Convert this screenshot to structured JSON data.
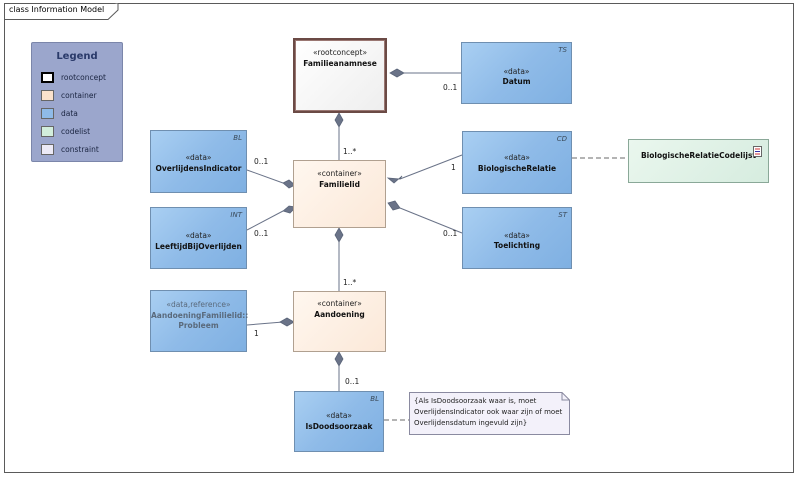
{
  "frame": {
    "title": "class Information Model"
  },
  "legend": {
    "title": "Legend",
    "items": [
      {
        "label": "rootconcept",
        "color": "#ffffff",
        "border": "#000000"
      },
      {
        "label": "container",
        "color": "#fbe2cc",
        "border": "#8a8a8a"
      },
      {
        "label": "data",
        "color": "#8fbbe8",
        "border": "#6f8fb0"
      },
      {
        "label": "codelist",
        "color": "#d2eedc",
        "border": "#8aa898"
      },
      {
        "label": "constraint",
        "color": "#eceaf6",
        "border": "#8a8aa0"
      }
    ]
  },
  "classes": {
    "familieanamnese": {
      "stereotype": "«rootconcept»",
      "name": "Familieanamnese"
    },
    "datum": {
      "stereotype": "«data»",
      "name": "Datum",
      "type": "TS"
    },
    "overlijdensindicator": {
      "stereotype": "«data»",
      "name": "OverlijdensIndicator",
      "type": "BL"
    },
    "familielid": {
      "stereotype": "«container»",
      "name": "Familielid"
    },
    "biologischerelatie": {
      "stereotype": "«data»",
      "name": "BiologischeRelatie",
      "type": "CD"
    },
    "biologischerelatiecodelijst": {
      "name": "BiologischeRelatieCodelijst"
    },
    "leeftijdbijoverlijden": {
      "stereotype": "«data»",
      "name": "LeeftijdBijOverlijden",
      "type": "INT"
    },
    "toelichting": {
      "stereotype": "«data»",
      "name": "Toelichting",
      "type": "ST"
    },
    "aandoeningfamilielid": {
      "stereotype": "«data,reference»",
      "name_line1": "AandoeningFamilielid::",
      "name_line2": "Probleem"
    },
    "aandoening": {
      "stereotype": "«container»",
      "name": "Aandoening"
    },
    "isdoodsoorzaak": {
      "stereotype": "«data»",
      "name": "IsDoodsoorzaak",
      "type": "BL"
    }
  },
  "multiplicities": {
    "datum": "0..1",
    "familielid": "1..*",
    "overlijdensindicator": "0..1",
    "biologischerelatie": "1",
    "leeftijdbijoverlijden": "0..1",
    "toelichting": "0..1",
    "aandoening": "1..*",
    "aandoeningfamilielid": "1",
    "isdoodsoorzaak": "0..1"
  },
  "note": {
    "lines": [
      "{Als IsDoodsoorzaak waar is, moet",
      "OverlijdensIndicator ook waar zijn of moet",
      "Overlijdensdatum ingevuld zijn}"
    ]
  }
}
